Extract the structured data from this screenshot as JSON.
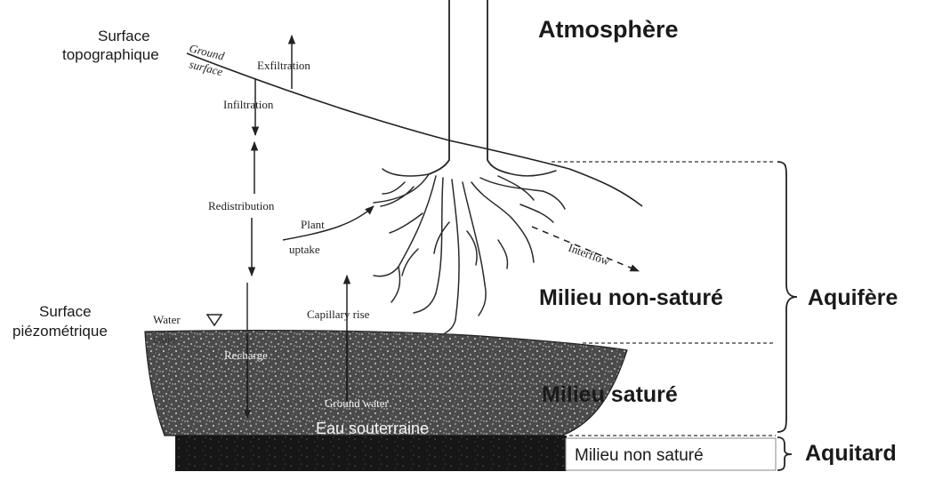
{
  "labels": {
    "atmosphere": "Atmosphère",
    "surface_topo_line1": "Surface",
    "surface_topo_line2": "topographique",
    "ground_surface_line1": "Ground",
    "ground_surface_line2": "surface",
    "exfiltration": "Exfiltration",
    "infiltration": "Infiltration",
    "redistribution": "Redistribution",
    "plant_uptake_line1": "Plant",
    "plant_uptake_line2": "uptake",
    "interflow": "Interflow",
    "capillary_rise": "Capillary rise",
    "surface_piezo_line1": "Surface",
    "surface_piezo_line2": "piézométrique",
    "water_table_line1": "Water",
    "water_table_line2": "table",
    "recharge": "Recharge",
    "ground_water": "Ground water",
    "eau_souterraine": "Eau souterraine",
    "milieu_non_sature": "Milieu non-saturé",
    "milieu_sature": "Milieu saturé",
    "aquifere": "Aquifère",
    "aquitard": "Aquitard",
    "milieu_non_sature_box": "Milieu non saturé"
  },
  "colors": {
    "ink": "#1a1a1a",
    "saturated_zone": "#3a3a3a",
    "aquitard_layer": "#141414",
    "background": "#ffffff"
  },
  "icons": {
    "water_table_marker": "inverted-triangle-icon"
  }
}
